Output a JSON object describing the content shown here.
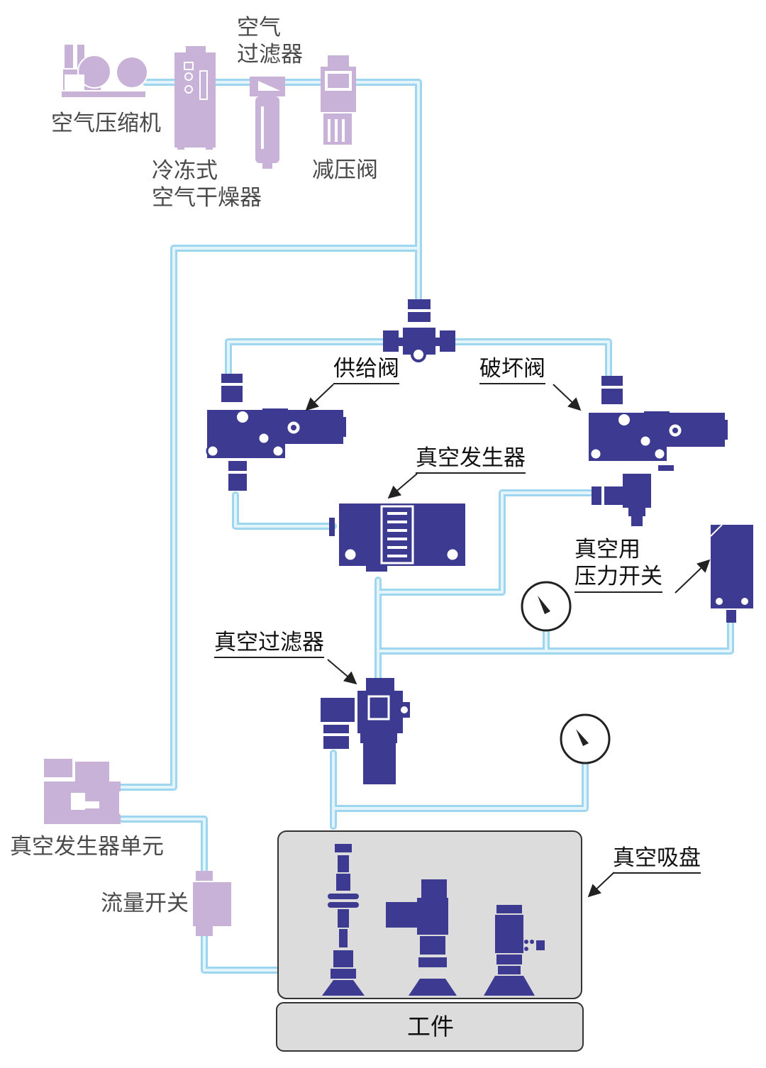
{
  "labels": {
    "compressor": "空气压缩机",
    "dryer_line1": "冷冻式",
    "dryer_line2": "空气干燥器",
    "air_filter_line1": "空气",
    "air_filter_line2": "过滤器",
    "regulator": "减压阀",
    "supply_valve": "供给阀",
    "release_valve": "破坏阀",
    "vacuum_generator": "真空发生器",
    "vacuum_switch_line1": "真空用",
    "vacuum_switch_line2": "压力开关",
    "vacuum_filter": "真空过滤器",
    "vacuum_unit": "真空发生器单元",
    "flow_switch": "流量开关",
    "vacuum_pad": "真空吸盘",
    "workpiece": "工件"
  },
  "colors": {
    "pipe": "#9fd6ef",
    "pipe_core": "#e4f4fb",
    "component": "#3d3a92",
    "air_prep": "#c9b2d8",
    "pad_box": "#dcdcdc",
    "text": "#333333"
  },
  "icons": {
    "gauges": [
      "pressure-gauge-icon",
      "pressure-gauge-icon"
    ],
    "vacuum_pads": [
      "vacuum-pad-icon",
      "vacuum-pad-icon",
      "vacuum-pad-icon"
    ]
  }
}
